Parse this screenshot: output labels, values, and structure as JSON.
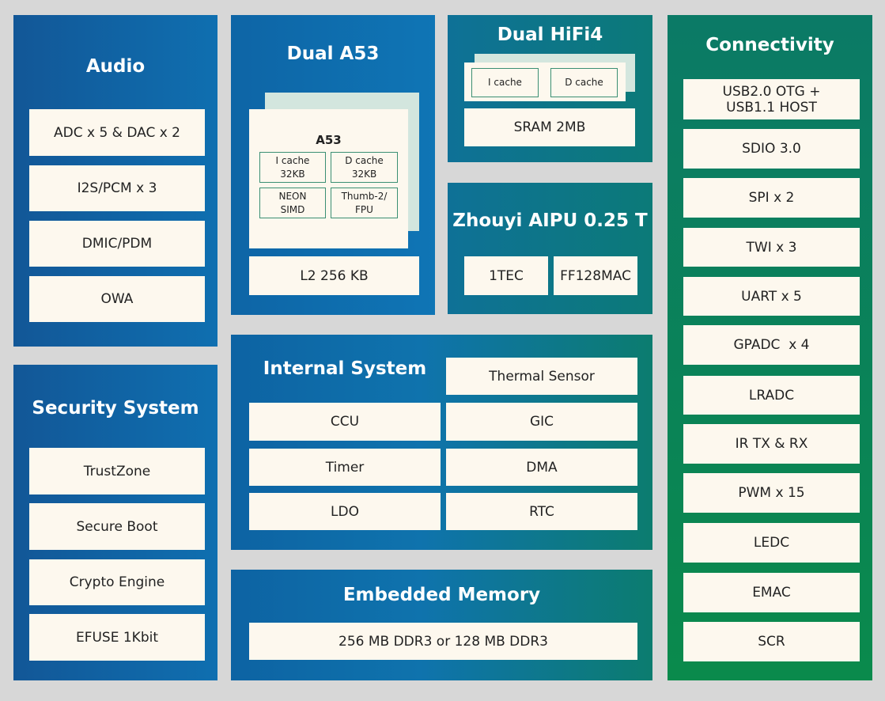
{
  "audio": {
    "title": "Audio",
    "items": [
      "ADC x 5 & DAC x 2",
      "I2S/PCM x 3",
      "DMIC/PDM",
      "OWA"
    ]
  },
  "security": {
    "title": "Security System",
    "items": [
      "TrustZone",
      "Secure Boot",
      "Crypto Engine",
      "EFUSE 1Kbit"
    ]
  },
  "a53": {
    "title": "Dual A53",
    "core_label": "A53",
    "icache": "I cache\n32KB",
    "dcache": "D cache\n32KB",
    "neon": "NEON\nSIMD",
    "thumb": "Thumb-2/\nFPU",
    "l2": "L2 256 KB"
  },
  "hifi": {
    "title": "Dual HiFi4",
    "icache": "I cache",
    "dcache": "D cache",
    "sram": "SRAM 2MB"
  },
  "aipu": {
    "title": "Zhouyi AIPU 0.25 T",
    "tec": "1TEC",
    "mac": "FF128MAC"
  },
  "internal": {
    "title": "Internal System",
    "thermal": "Thermal Sensor",
    "ccu": "CCU",
    "gic": "GIC",
    "timer": "Timer",
    "dma": "DMA",
    "ldo": "LDO",
    "rtc": "RTC"
  },
  "memory": {
    "title": "Embedded Memory",
    "item": "256 MB DDR3 or 128 MB DDR3"
  },
  "connectivity": {
    "title": "Connectivity",
    "items": [
      "USB2.0 OTG +\nUSB1.1 HOST",
      "SDIO 3.0",
      "SPI x 2",
      "TWI x 3",
      "UART x 5",
      "GPADC  x 4",
      "LRADC",
      "IR TX & RX",
      "PWM x 15",
      "LEDC",
      "EMAC",
      "SCR"
    ]
  }
}
